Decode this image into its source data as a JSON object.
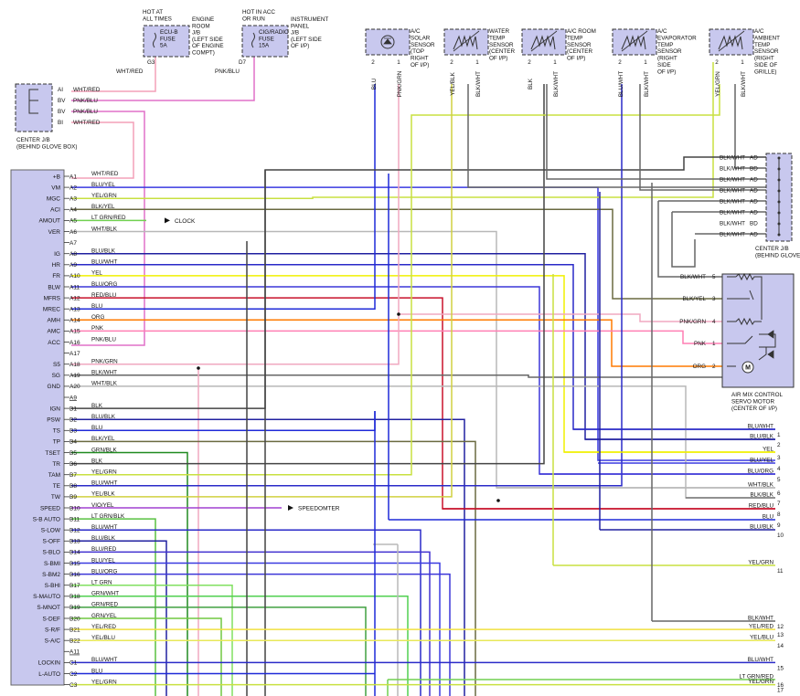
{
  "colors": {
    "wht_red": "#f3a0b8",
    "pnk": "#ff7fb4",
    "pnk_blu": "#e070c8",
    "pnk_grn": "#f0a8c0",
    "blu": "#1f2ad8",
    "blu_yel": "#3a3ae0",
    "blu_wht": "#2a2ac8",
    "blu_blk": "#2020a0",
    "blu_org": "#3c36d8",
    "blu_red": "#4030d0",
    "yel": "#f0f000",
    "yel_grn": "#c8e040",
    "yel_blk": "#d0d040",
    "yel_red": "#f0e040",
    "yel_blu": "#e8e85a",
    "lt_grn": "#80e060",
    "grn": "#30c030",
    "grn_blk": "#208a20",
    "grn_wht": "#50d050",
    "grn_red": "#40a040",
    "grn_yel": "#70c840",
    "red": "#e0102a",
    "red_blu": "#c8102a",
    "org": "#ff7a00",
    "blk": "#444",
    "blk_wht": "#666",
    "blk_yel": "#6a6a40",
    "blk_red": "#6a3030",
    "wht": "#b8b8b8",
    "vio": "#a040d0",
    "lt_grn_blk": "#58c040",
    "lt_grn_red": "#70d050",
    "fuse": "#555"
  },
  "fuses": [
    {
      "hot": "HOT AT\nALL TIMES",
      "name": "ECU-B\nFUSE\n5A",
      "loc": "ENGINE\nROOM\nJ/B\n(LEFT SIDE\nOF ENGINE\nCOMPT)",
      "pin": "G3",
      "wire": "WHT/RED"
    },
    {
      "hot": "HOT IN ACC\nOR RUN",
      "name": "CIG/RADIO\nFUSE\n15A",
      "loc": "INSTRUMENT\nPANEL\nJ/B\n(LEFT SIDE\nOF I/P)",
      "pin": "D7",
      "wire": "PNK/BLU"
    }
  ],
  "center_jb_left": {
    "rows": [
      {
        "pin": "AI",
        "wire": "WHT/RED"
      },
      {
        "pin": "BV",
        "wire": "PNK/BLU"
      },
      {
        "pin": "BV",
        "wire": "PNK/BLU"
      },
      {
        "pin": "BI",
        "wire": "WHT/RED"
      }
    ],
    "label": "CENTER J/B\n(BEHIND GLOVE BOX)"
  },
  "sensors": [
    {
      "name": "A/C\nSOLAR\nSENSOR\n(TOP\nRIGHT\nOF I/P)",
      "pins": [
        "2",
        "1"
      ],
      "wires": [
        "BLU",
        "PNK/GRN"
      ]
    },
    {
      "name": "WATER\nTEMP\nSENSOR\n(CENTER\nOF I/P)",
      "pins": [
        "2",
        "1"
      ],
      "wires": [
        "YEL/BLK",
        "BLK/WHT"
      ]
    },
    {
      "name": "A/C ROOM\nTEMP\nSENSOR\n(CENTER\nOF I/P)",
      "pins": [
        "2",
        "1"
      ],
      "wires": [
        "BLK",
        "BLK/WHT"
      ]
    },
    {
      "name": "A/C\nEVAPORATOR\nTEMP\nSENSOR\n(RIGHT\nSIDE\nOF I/P)",
      "pins": [
        "2",
        "1"
      ],
      "wires": [
        "BLU/WHT",
        "BLK/WHT"
      ]
    },
    {
      "name": "A/C\nAMBIENT\nTEMP\nSENSOR\n(RIGHT\nSIDE OF\nGRILLE)",
      "pins": [
        "2",
        "1"
      ],
      "wires": [
        "YEL/GRN",
        "BLK/WHT"
      ]
    }
  ],
  "center_jb_right": {
    "rows": [
      {
        "wire": "BLK/WHT",
        "pin": "AD"
      },
      {
        "wire": "BLK/WHT",
        "pin": "BD"
      },
      {
        "wire": "BLK/WHT",
        "pin": "AD"
      },
      {
        "wire": "BLK/WHT",
        "pin": "AD"
      },
      {
        "wire": "BLK/WHT",
        "pin": "AD"
      },
      {
        "wire": "BLK/WHT",
        "pin": "AD"
      },
      {
        "wire": "BLK/WHT",
        "pin": "BD"
      },
      {
        "wire": "BLK/WHT",
        "pin": "AD"
      }
    ],
    "label": "CENTER J/B\n(BEHIND GLOVE BOX)"
  },
  "servo": {
    "pins": [
      {
        "wire": "BLK/WHT",
        "pin": "5"
      },
      {
        "wire": "BLK/YEL",
        "pin": "3"
      },
      {
        "wire": "PNK/GRN",
        "pin": "4"
      },
      {
        "wire": "PNK",
        "pin": "1"
      },
      {
        "wire": "ORG",
        "pin": "2"
      }
    ],
    "label": "AIR MIX CONTROL\nSERVO MOTOR\n(CENTER OF I/P)",
    "motor_symbol": "M"
  },
  "ecu_pins": [
    {
      "name": "+B",
      "pin": "A1",
      "wire": "WHT/RED"
    },
    {
      "name": "VM",
      "pin": "A2",
      "wire": "BLU/YEL"
    },
    {
      "name": "MGC",
      "pin": "A3",
      "wire": "YEL/GRN"
    },
    {
      "name": "ACI",
      "pin": "A4",
      "wire": "BLK/YEL"
    },
    {
      "name": "AMOUT",
      "pin": "A5",
      "wire": "LT GRN/RED"
    },
    {
      "name": "VER",
      "pin": "A6",
      "wire": "WHT/BLK"
    },
    {
      "name": "",
      "pin": "A7",
      "wire": ""
    },
    {
      "name": "IG",
      "pin": "A8",
      "wire": "BLU/BLK"
    },
    {
      "name": "HR",
      "pin": "A9",
      "wire": "BLU/WHT"
    },
    {
      "name": "FR",
      "pin": "A10",
      "wire": "YEL"
    },
    {
      "name": "BLW",
      "pin": "A11",
      "wire": "BLU/ORG"
    },
    {
      "name": "MFRS",
      "pin": "A12",
      "wire": "RED/BLU"
    },
    {
      "name": "MREC",
      "pin": "A13",
      "wire": "BLU"
    },
    {
      "name": "AMH",
      "pin": "A14",
      "wire": "ORG"
    },
    {
      "name": "AMC",
      "pin": "A15",
      "wire": "PNK"
    },
    {
      "name": "ACC",
      "pin": "A16",
      "wire": "PNK/BLU"
    },
    {
      "name": "",
      "pin": "A17",
      "wire": ""
    },
    {
      "name": "S5",
      "pin": "A18",
      "wire": "PNK/GRN"
    },
    {
      "name": "SG",
      "pin": "A19",
      "wire": "BLK/WHT"
    },
    {
      "name": "GND",
      "pin": "A20",
      "wire": "WHT/BLK"
    },
    {
      "name": "",
      "pin": "A9",
      "wire": ""
    },
    {
      "name": "IGN",
      "pin": "B1",
      "wire": "BLK"
    },
    {
      "name": "PSW",
      "pin": "B2",
      "wire": "BLU/BLK"
    },
    {
      "name": "TS",
      "pin": "B3",
      "wire": "BLU"
    },
    {
      "name": "TP",
      "pin": "B4",
      "wire": "BLK/YEL"
    },
    {
      "name": "TSET",
      "pin": "B5",
      "wire": "GRN/BLK"
    },
    {
      "name": "TR",
      "pin": "B6",
      "wire": "BLK"
    },
    {
      "name": "TAM",
      "pin": "B7",
      "wire": "YEL/GRN"
    },
    {
      "name": "TE",
      "pin": "B8",
      "wire": "BLU/WHT"
    },
    {
      "name": "TW",
      "pin": "B9",
      "wire": "YEL/BLK"
    },
    {
      "name": "SPEED",
      "pin": "B10",
      "wire": "VIO/YEL"
    },
    {
      "name": "S-B AUTO",
      "pin": "B11",
      "wire": "LT GRN/BLK"
    },
    {
      "name": "S-LOW",
      "pin": "B12",
      "wire": "BLU/WHT"
    },
    {
      "name": "S-OFF",
      "pin": "B13",
      "wire": "BLU/BLK"
    },
    {
      "name": "S-BLO",
      "pin": "B14",
      "wire": "BLU/RED"
    },
    {
      "name": "S-BMI",
      "pin": "B15",
      "wire": "BLU/YEL"
    },
    {
      "name": "S-BM2",
      "pin": "B16",
      "wire": "BLU/ORG"
    },
    {
      "name": "S-BHI",
      "pin": "B17",
      "wire": "LT GRN"
    },
    {
      "name": "S-MAUTO",
      "pin": "B18",
      "wire": "GRN/WHT"
    },
    {
      "name": "S-MNOT",
      "pin": "B19",
      "wire": "GRN/RED"
    },
    {
      "name": "S-DEF",
      "pin": "B20",
      "wire": "GRN/YEL"
    },
    {
      "name": "S-R/F",
      "pin": "B21",
      "wire": "YEL/RED"
    },
    {
      "name": "S-A/C",
      "pin": "B22",
      "wire": "YEL/BLU"
    },
    {
      "name": "",
      "pin": "A11",
      "wire": ""
    },
    {
      "name": "LOCKIN",
      "pin": "C1",
      "wire": "BLU/WHT"
    },
    {
      "name": "L-AUTO",
      "pin": "C2",
      "wire": "BLU"
    },
    {
      "name": "",
      "pin": "C3",
      "wire": "YEL/GRN"
    }
  ],
  "side_labels": {
    "clock": "CLOCK",
    "speedometer": "SPEEDOMTER"
  },
  "right_outputs": [
    {
      "wire": "BLU/WHT",
      "num": "1"
    },
    {
      "wire": "BLU/BLK",
      "num": "2"
    },
    {
      "wire": "YEL",
      "num": "3"
    },
    {
      "wire": "BLU/YEL",
      "num": "4"
    },
    {
      "wire": "BLU/ORG",
      "num": "5"
    },
    {
      "wire": "WHT/BLK",
      "num": "6"
    },
    {
      "wire": "BLK/BLK",
      "num": "7"
    },
    {
      "wire": "RED/BLU",
      "num": "8"
    },
    {
      "wire": "BLU",
      "num": "9"
    },
    {
      "wire": "BLU/BLK",
      "num": "10"
    },
    {
      "wire": "YEL/GRN",
      "num": "11"
    },
    {
      "wire": "BLK/WHT",
      "num": "12"
    },
    {
      "wire": "YEL/RED",
      "num": "13"
    },
    {
      "wire": "YEL/BLU",
      "num": "14"
    },
    {
      "wire": "BLU/WHT",
      "num": "15"
    },
    {
      "wire": "LT GRN/RED",
      "num": "16"
    },
    {
      "wire": "YEL/GRN",
      "num": "17"
    }
  ]
}
